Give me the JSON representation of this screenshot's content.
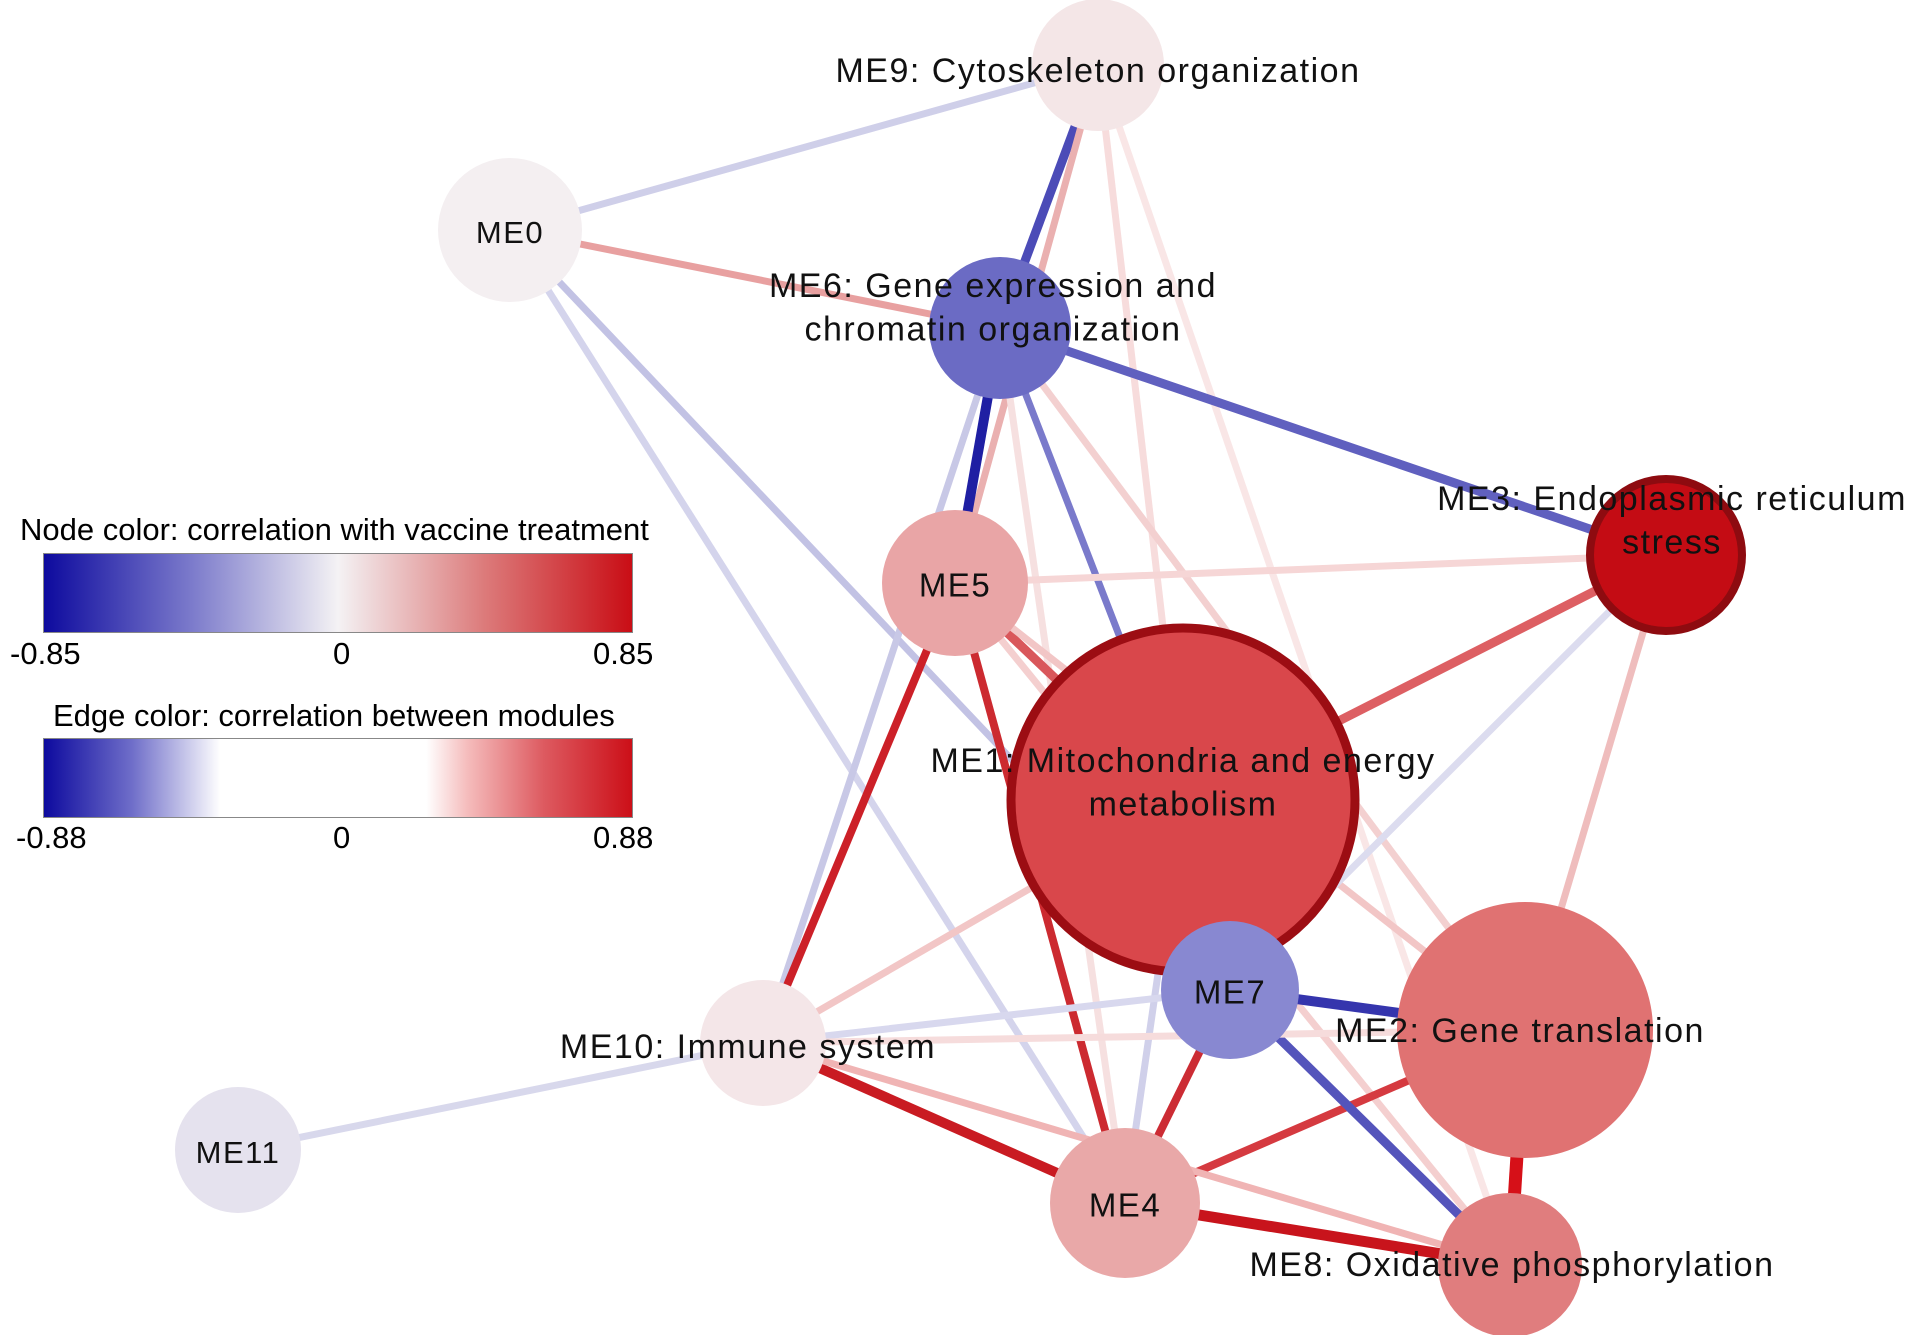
{
  "legend": {
    "node": {
      "title": "Node color: correlation with vaccine treatment",
      "min_label": "-0.85",
      "mid_label": "0",
      "max_label": "0.85",
      "min_color": "#0d0a9e",
      "max_color": "#c90d15"
    },
    "edge": {
      "title": "Edge color: correlation between modules",
      "min_label": "-0.88",
      "mid_label": "0",
      "max_label": "0.88",
      "min_color": "#0d0a9e",
      "max_color": "#cc0f18"
    }
  },
  "nodes": [
    {
      "id": "ME0",
      "lines": [
        "ME0"
      ],
      "color": "#f4eff1"
    },
    {
      "id": "ME1",
      "lines": [
        "ME1: Mitochondria and energy",
        "metabolism"
      ],
      "color": "#d9474b",
      "border": "#9c0d13"
    },
    {
      "id": "ME2",
      "lines": [
        "ME2: Gene translation"
      ],
      "color": "#e07272"
    },
    {
      "id": "ME3",
      "lines": [
        "ME3: Endoplasmic reticulum",
        "stress"
      ],
      "color": "#c40c14",
      "border": "#8e0b10"
    },
    {
      "id": "ME4",
      "lines": [
        "ME4"
      ],
      "color": "#e9a8a8"
    },
    {
      "id": "ME5",
      "lines": [
        "ME5"
      ],
      "color": "#e9a5a6"
    },
    {
      "id": "ME6",
      "lines": [
        "ME6: Gene expression and",
        "chromatin organization"
      ],
      "color": "#6b6bc4"
    },
    {
      "id": "ME7",
      "lines": [
        "ME7"
      ],
      "color": "#8888d1"
    },
    {
      "id": "ME8",
      "lines": [
        "ME8: Oxidative phosphorylation"
      ],
      "color": "#e07d7e"
    },
    {
      "id": "ME9",
      "lines": [
        "ME9: Cytoskeleton organization"
      ],
      "color": "#f4e6e7"
    },
    {
      "id": "ME10",
      "lines": [
        "ME10: Immune system"
      ],
      "color": "#f4e6e8"
    },
    {
      "id": "ME11",
      "lines": [
        "ME11"
      ],
      "color": "#e5e2ee"
    }
  ],
  "edges": [
    {
      "a": "ME0",
      "b": "ME9",
      "color": "#cfcfe9"
    },
    {
      "a": "ME0",
      "b": "ME6",
      "color": "#e8a0a0"
    },
    {
      "a": "ME0",
      "b": "ME7",
      "color": "#c2c2e4"
    },
    {
      "a": "ME0",
      "b": "ME4",
      "color": "#d4d4ec"
    },
    {
      "a": "ME9",
      "b": "ME6",
      "color": "#4b4bb7"
    },
    {
      "a": "ME9",
      "b": "ME5",
      "color": "#eab0b0"
    },
    {
      "a": "ME9",
      "b": "ME1",
      "color": "#f7dcdc"
    },
    {
      "a": "ME9",
      "b": "ME8",
      "color": "#f9e6e6"
    },
    {
      "a": "ME6",
      "b": "ME5",
      "color": "#1f1fa3"
    },
    {
      "a": "ME6",
      "b": "ME3",
      "color": "#6060bf"
    },
    {
      "a": "ME6",
      "b": "ME1",
      "color": "#7a7acb"
    },
    {
      "a": "ME6",
      "b": "ME10",
      "color": "#c8c8e6"
    },
    {
      "a": "ME6",
      "b": "ME2",
      "color": "#f3d0d0"
    },
    {
      "a": "ME6",
      "b": "ME4",
      "color": "#f6e0e0"
    },
    {
      "a": "ME5",
      "b": "ME1",
      "color": "#d9575b"
    },
    {
      "a": "ME5",
      "b": "ME10",
      "color": "#cc2028"
    },
    {
      "a": "ME5",
      "b": "ME4",
      "color": "#cc2a30"
    },
    {
      "a": "ME5",
      "b": "ME3",
      "color": "#f6d6d6"
    },
    {
      "a": "ME5",
      "b": "ME2",
      "color": "#f2c6c6"
    },
    {
      "a": "ME5",
      "b": "ME8",
      "color": "#f4cfcf"
    },
    {
      "a": "ME3",
      "b": "ME1",
      "color": "#dd5f63"
    },
    {
      "a": "ME3",
      "b": "ME2",
      "color": "#efbdbd"
    },
    {
      "a": "ME3",
      "b": "ME7",
      "color": "#dcdcef"
    },
    {
      "a": "ME1",
      "b": "ME10",
      "color": "#f2c6c6"
    },
    {
      "a": "ME1",
      "b": "ME4",
      "color": "#d0d0ea"
    },
    {
      "a": "ME1",
      "b": "ME7",
      "color": "#c8c8e6"
    },
    {
      "a": "ME2",
      "b": "ME7",
      "color": "#3535ad"
    },
    {
      "a": "ME2",
      "b": "ME8",
      "color": "#d61018"
    },
    {
      "a": "ME2",
      "b": "ME4",
      "color": "#d53a40"
    },
    {
      "a": "ME7",
      "b": "ME10",
      "color": "#d8d8ee"
    },
    {
      "a": "ME7",
      "b": "ME4",
      "color": "#cc2c34"
    },
    {
      "a": "ME7",
      "b": "ME8",
      "color": "#5454bb"
    },
    {
      "a": "ME10",
      "b": "ME11",
      "color": "#d8d8ec"
    },
    {
      "a": "ME10",
      "b": "ME4",
      "color": "#c91b22"
    },
    {
      "a": "ME10",
      "b": "ME8",
      "color": "#f0b4b4"
    },
    {
      "a": "ME4",
      "b": "ME8",
      "color": "#c8141c"
    },
    {
      "a": "ME10",
      "b": "ME2",
      "color": "#f6dcdc"
    }
  ]
}
